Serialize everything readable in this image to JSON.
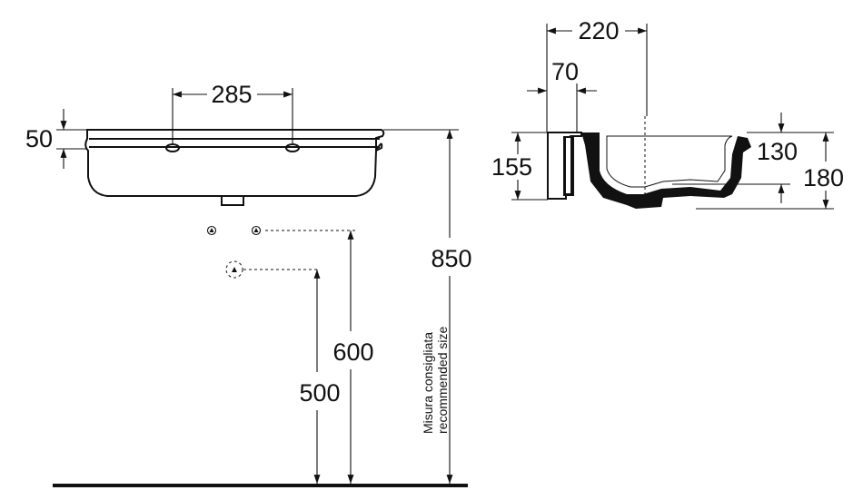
{
  "dimensions": {
    "tap_spacing": "285",
    "rim_height": "50",
    "floor_to_rim": "850",
    "floor_to_supply": "600",
    "floor_to_waste": "500",
    "depth": "220",
    "wall_thickness": "70",
    "side_height": "155",
    "bowl_depth": "130",
    "total_height": "180"
  },
  "labels": {
    "recommended_line1": "Misura consigliata",
    "recommended_line2": "recommended size"
  }
}
